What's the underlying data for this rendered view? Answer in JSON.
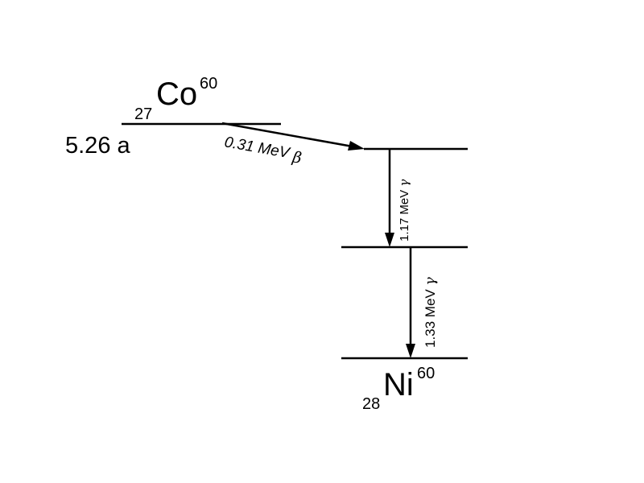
{
  "parent": {
    "symbol": "Co",
    "atomic_number": "27",
    "mass_number": "60",
    "half_life": "5.26 a"
  },
  "daughter": {
    "symbol": "Ni",
    "atomic_number": "28",
    "mass_number": "60"
  },
  "transitions": {
    "beta": {
      "text": "0.31 MeV ",
      "symbol": "β"
    },
    "gamma1": {
      "text": "1.17 MeV ",
      "symbol": "γ"
    },
    "gamma2": {
      "text": "1.33 MeV ",
      "symbol": "γ"
    }
  },
  "colors": {
    "ink": "#000000",
    "background": "#ffffff"
  }
}
